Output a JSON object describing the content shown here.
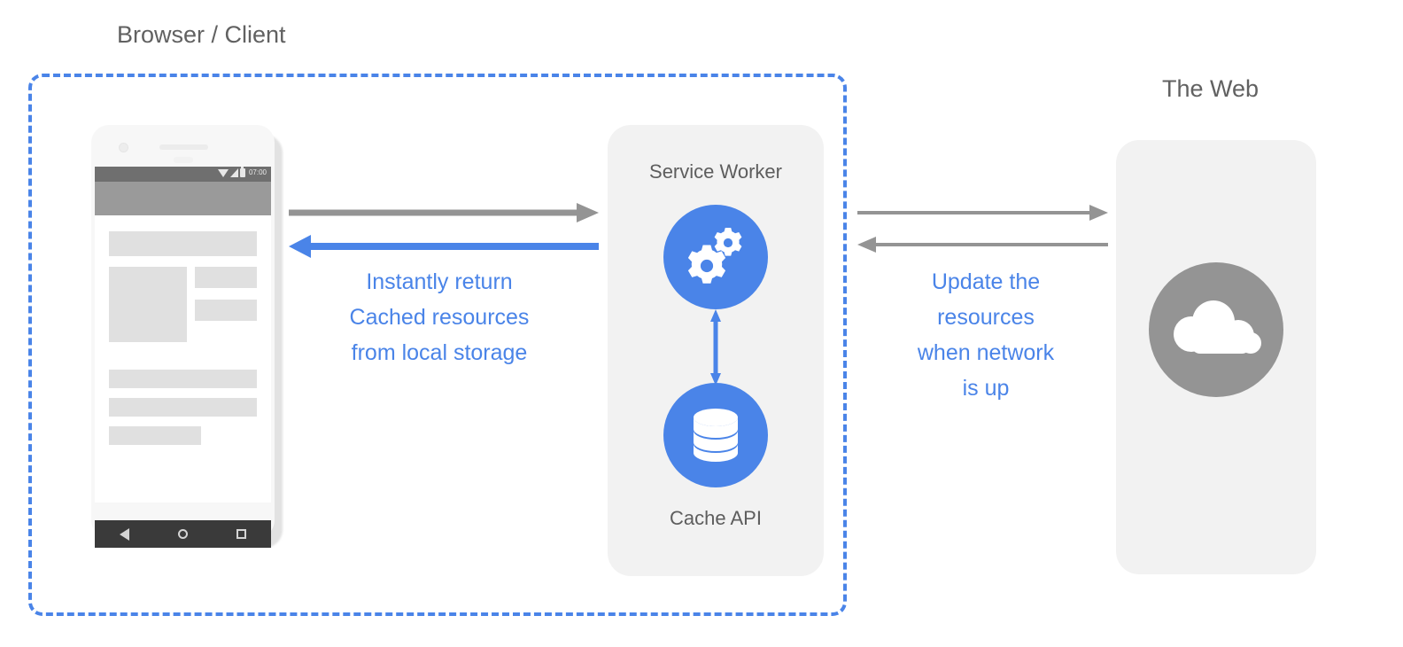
{
  "colors": {
    "accent_blue": "#4a84e8",
    "gray_text": "#616161",
    "panel_bg": "#f2f2f2",
    "arrow_gray": "#949494",
    "web_circle": "#949494",
    "app_bar": "#9a9a9a",
    "nav_bar": "#3a3a3a"
  },
  "sections": {
    "browser_client": {
      "caption": "Browser / Client"
    },
    "the_web": {
      "caption": "The Web",
      "icon": "cloud-icon"
    }
  },
  "phone": {
    "status_bar": {
      "time": "07:00",
      "icons": [
        "wifi-icon",
        "signal-icon",
        "battery-icon"
      ]
    },
    "nav_bar": {
      "buttons": [
        "back-icon",
        "home-icon",
        "recents-icon"
      ]
    }
  },
  "service_worker": {
    "title": "Service Worker",
    "icon": "gears-icon"
  },
  "cache_api": {
    "title": "Cache API",
    "icon": "database-icon"
  },
  "annotations": {
    "left": "Instantly return\nCached resources\nfrom local storage",
    "right": "Update the\nresources\nwhen network\nis up"
  },
  "arrows": {
    "client_to_sw": {
      "direction": "right",
      "color": "#949494"
    },
    "sw_to_client": {
      "direction": "left",
      "color": "#4a84e8"
    },
    "sw_to_web": {
      "direction": "right",
      "color": "#949494"
    },
    "web_to_sw": {
      "direction": "left",
      "color": "#949494"
    },
    "sw_cache_bidirectional": {
      "direction": "both",
      "color": "#4a84e8"
    }
  }
}
